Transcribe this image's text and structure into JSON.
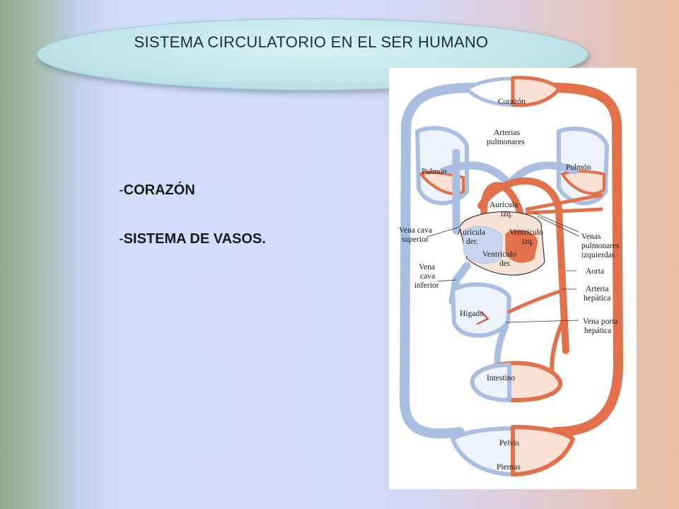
{
  "slide": {
    "title": "SISTEMA CIRCULATORIO EN EL SER HUMANO",
    "bullets": [
      {
        "dash": "-",
        "text": "CORAZÓN"
      },
      {
        "dash": "-",
        "text": "SISTEMA DE VASOS."
      }
    ]
  },
  "diagram": {
    "labels": {
      "corazon": "Corazón",
      "arterias_pulmonares_1": "Arterias",
      "arterias_pulmonares_2": "pulmonares",
      "pulmon_izq": "Pulmón",
      "pulmon_der": "Pulmón",
      "auricula_izq_1": "Aurícula",
      "auricula_izq_2": "izq.",
      "auricula_der_1": "Aurícula",
      "auricula_der_2": "der.",
      "ventriculo_izq_1": "Ventrículo",
      "ventriculo_izq_2": "izq.",
      "ventriculo_der_1": "Ventrículo",
      "ventriculo_der_2": "der.",
      "vena_cava_sup_1": "Vena cava",
      "vena_cava_sup_2": "superior",
      "venas_pulm_1": "Venas",
      "venas_pulm_2": "pulmonares",
      "venas_pulm_3": "izquierdas",
      "aorta": "Aorta",
      "vena_cava_inf_1": "Vena",
      "vena_cava_inf_2": "cava",
      "vena_cava_inf_3": "inferior",
      "arteria_hep_1": "Arteria",
      "arteria_hep_2": "hepática",
      "higado": "Hígado",
      "vena_porta_1": "Vena porta",
      "vena_porta_2": "hepática",
      "intestino": "Intestino",
      "pelvis": "Pelvis",
      "piernas": "Piernas"
    },
    "colors": {
      "venous": "#a9bee0",
      "arterial": "#e2704a",
      "heart_bg": "#f6e3d6"
    }
  }
}
